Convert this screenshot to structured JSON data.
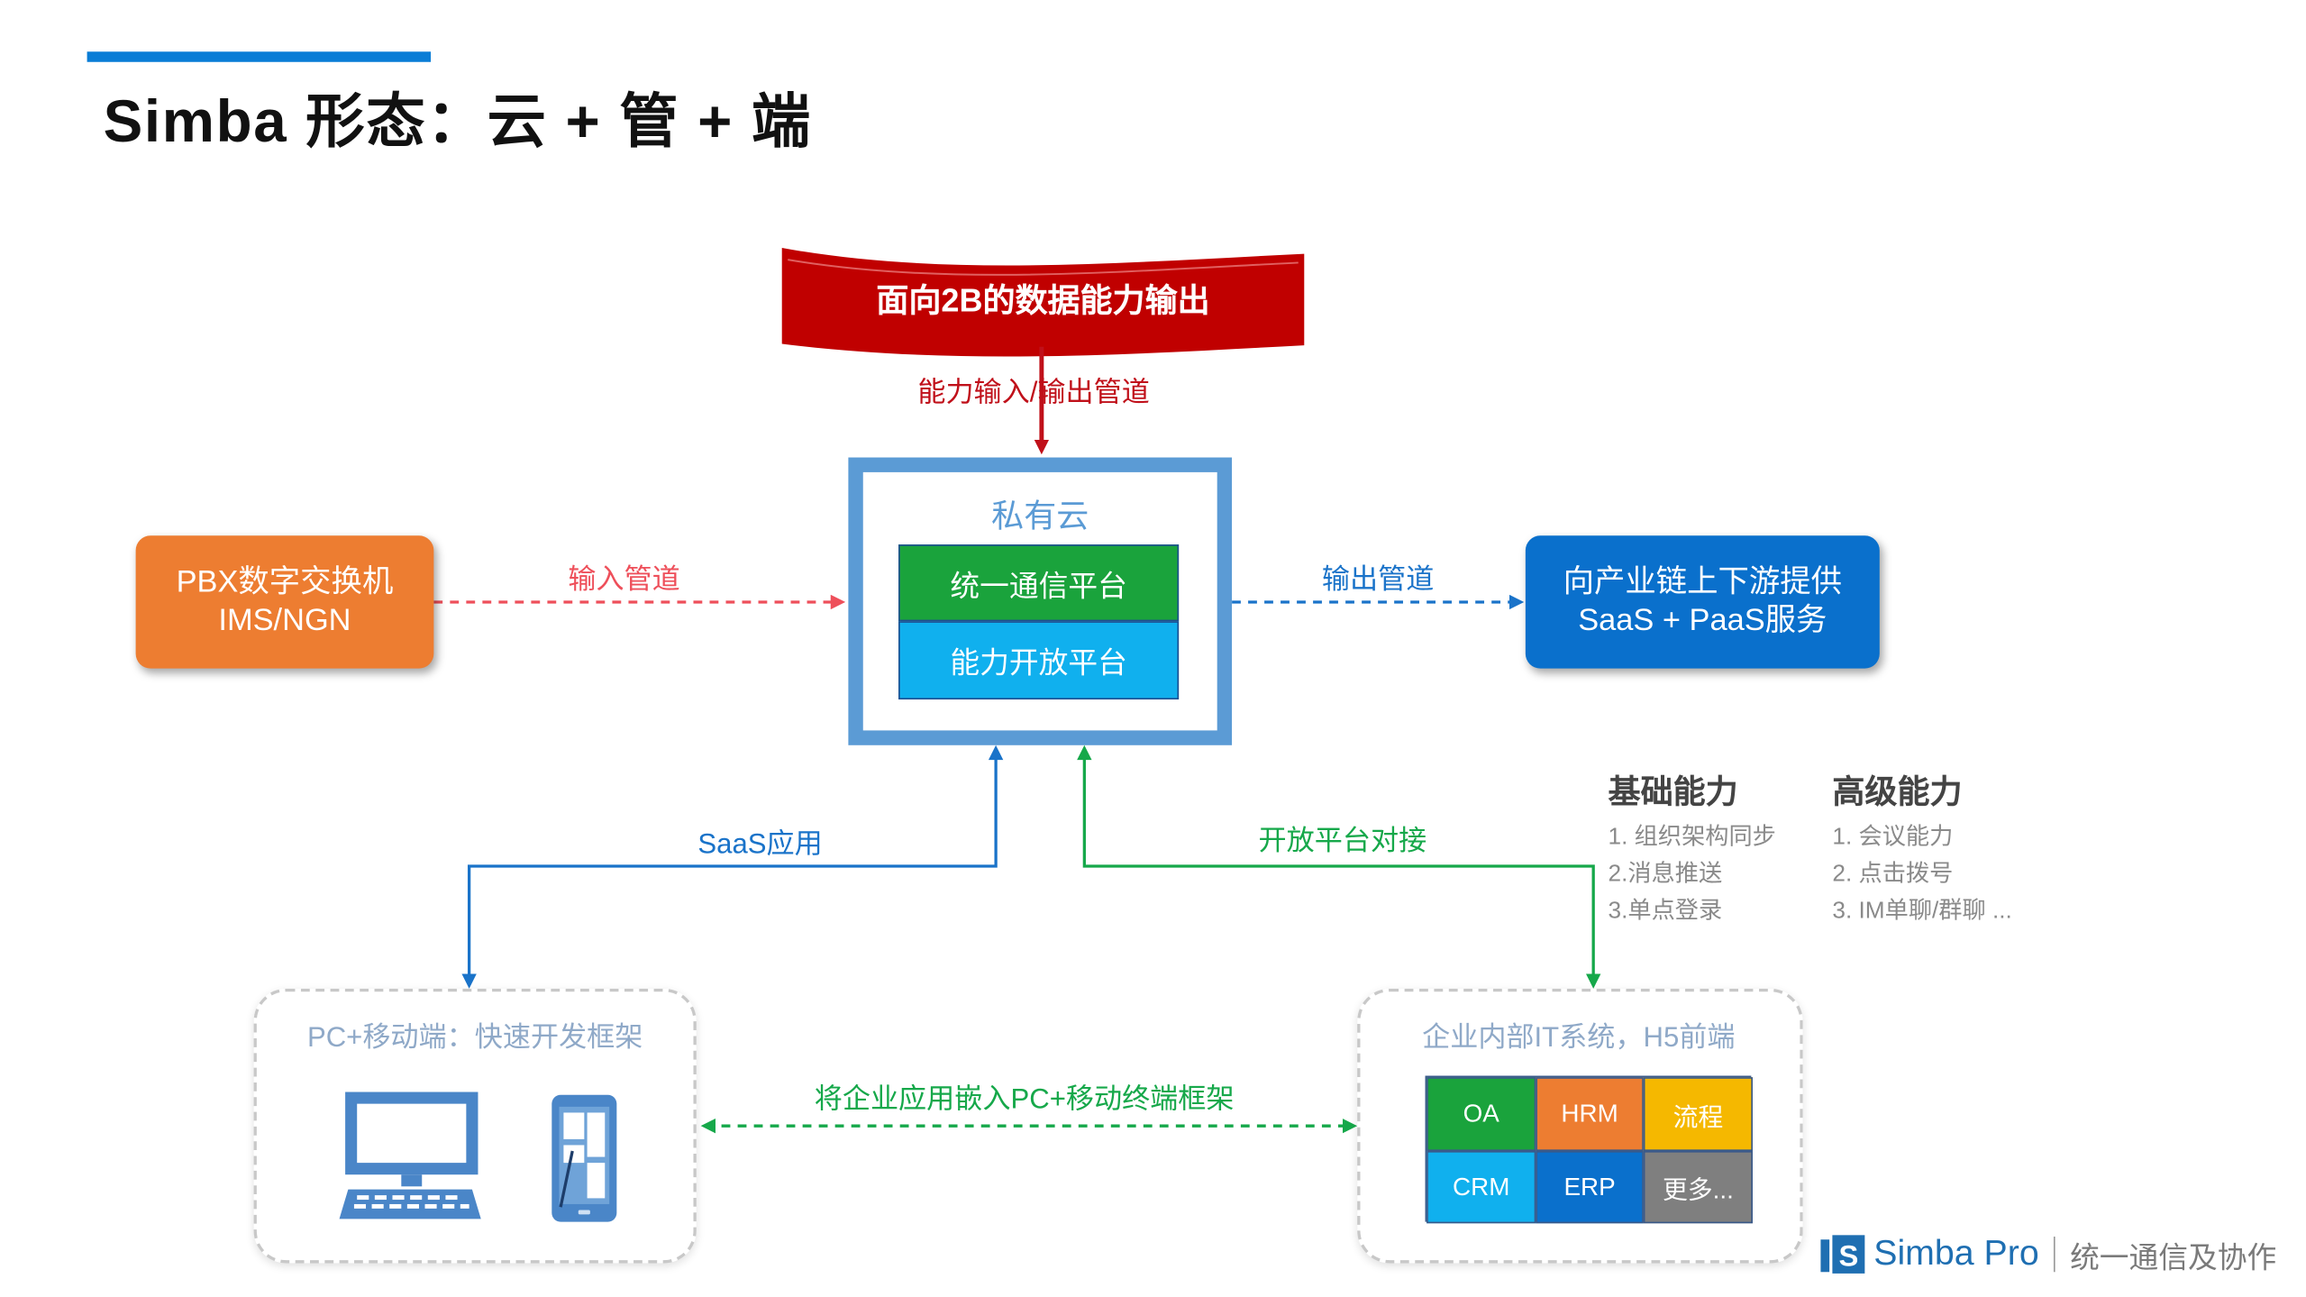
{
  "page": {
    "title": "Simba 形态：云 + 管 + 端"
  },
  "banner": {
    "text": "面向2B的数据能力输出"
  },
  "pipes": {
    "io": "能力输入/输出管道",
    "input": "输入管道",
    "output": "输出管道",
    "saas": "SaaS应用",
    "open": "开放平台对接",
    "embed": "将企业应用嵌入PC+移动终端框架"
  },
  "private_cloud": {
    "title": "私有云",
    "platform_uc": "统一通信平台",
    "platform_open": "能力开放平台"
  },
  "pbx": {
    "line1": "PBX数字交换机",
    "line2": "IMS/NGN"
  },
  "service": {
    "line1": "向产业链上下游提供",
    "line2": "SaaS + PaaS服务"
  },
  "basic": {
    "heading": "基础能力",
    "items": [
      "1. 组织架构同步",
      "2.消息推送",
      "3.单点登录"
    ]
  },
  "advanced": {
    "heading": "高级能力",
    "items": [
      "1. 会议能力",
      "2. 点击拨号",
      "3. IM单聊/群聊 ..."
    ]
  },
  "client": {
    "title": "PC+移动端：快速开发框架"
  },
  "enterprise": {
    "title": "企业内部IT系统，H5前端",
    "apps": [
      "OA",
      "HRM",
      "流程",
      "CRM",
      "ERP",
      "更多..."
    ]
  },
  "brand": {
    "logo_letter": "S",
    "name": "Simba Pro",
    "tagline": "统一通信及协作"
  },
  "colors": {
    "banner": "#c00000",
    "cloud_border": "#5b9bd5",
    "platform_uc": "#1aa33c",
    "platform_open": "#10b0ee",
    "pbx": "#ed7d31",
    "service": "#0a70cc",
    "app_green": "#1aa33c",
    "app_orange": "#ed7d31",
    "app_yellow": "#f5b800",
    "app_cyan": "#10b0ee",
    "app_blue": "#0a70cc",
    "app_gray": "#7f7f7f"
  }
}
